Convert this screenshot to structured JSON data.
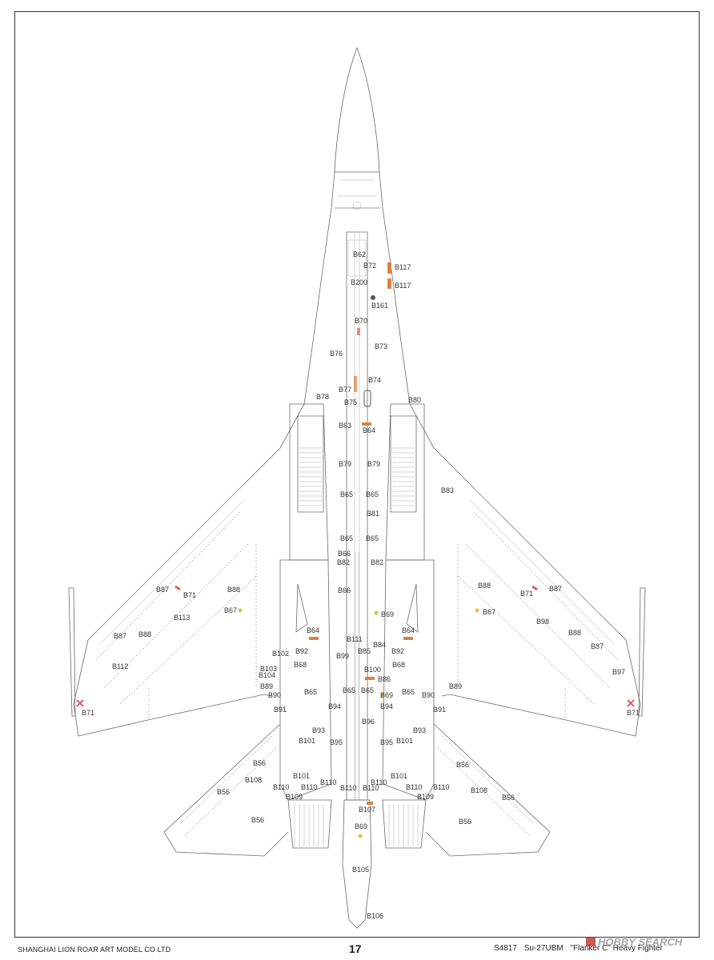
{
  "page": {
    "publisher": "SHANGHAI LION ROAR ART MODEL CO LTD",
    "page_number": "17",
    "kit_number": "S4817",
    "model": "Su-27UBM",
    "subtitle": "\"Flanker C\" Heavy Fighter",
    "watermark": "HOBBY SEARCH"
  },
  "callouts": {
    "B62": "B62",
    "B72": "B72",
    "B117a": "B117",
    "B117b": "B117",
    "B200": "B200",
    "B161": "B161",
    "B70": "B70",
    "B76": "B76",
    "B73": "B73",
    "B74": "B74",
    "B77": "B77",
    "B78": "B78",
    "B75": "B75",
    "B80": "B80",
    "B63": "B63",
    "B64top": "B64",
    "B79l": "B79",
    "B79r": "B79",
    "B83": "B83",
    "B65a": "B65",
    "B65b": "B65",
    "B81": "B81",
    "B65c": "B65",
    "B65d": "B65",
    "B66a": "B66",
    "B82l": "B82",
    "B82r": "B82",
    "B66b": "B66",
    "B87l1": "B87",
    "B71l1": "B71",
    "B88l1": "B88",
    "B67l": "B67",
    "B113": "B113",
    "B87l2": "B87",
    "B88l2": "B88",
    "B112": "B112",
    "B71l2": "B71",
    "B88r1": "B88",
    "B71r1": "B71",
    "B87r1": "B87",
    "B67r": "B67",
    "B98": "B98",
    "B88r2": "B88",
    "B87r2": "B87",
    "B97": "B97",
    "B71r2": "B71",
    "B69a": "B69",
    "B64l": "B64",
    "B64r": "B64",
    "B111": "B111",
    "B84": "B84",
    "B102": "B102",
    "B92l": "B92",
    "B99": "B99",
    "B85": "B85",
    "B92r": "B92",
    "B68l": "B68",
    "B100": "B100",
    "B68r": "B68",
    "B103": "B103",
    "B104": "B104",
    "B86": "B86",
    "B89l": "B89",
    "B89r": "B89",
    "B65e": "B65",
    "B65f": "B65",
    "B65g": "B65",
    "B65h": "B65",
    "B90l": "B90",
    "B90r": "B90",
    "B69b": "B69",
    "B91l": "B91",
    "B91r": "B91",
    "B94l": "B94",
    "B94r": "B94",
    "B96": "B96",
    "B93l": "B93",
    "B93r": "B93",
    "B101a": "B101",
    "B95l": "B95",
    "B95r": "B95",
    "B101b": "B101",
    "B56a": "B56",
    "B56b": "B56",
    "B56c": "B56",
    "B56d": "B56",
    "B56e": "B56",
    "B56f": "B56",
    "B108l": "B108",
    "B108r": "B108",
    "B101c": "B101",
    "B101d": "B101",
    "B110a": "B110",
    "B110b": "B110",
    "B110c": "B110",
    "B110d": "B110",
    "B110e": "B110",
    "B110f": "B110",
    "B110g": "B110",
    "B110h": "B110",
    "B109l": "B109",
    "B109r": "B109",
    "B107": "B107",
    "B69c": "B69",
    "B105": "B105",
    "B106": "B106"
  },
  "colors": {
    "line": "#6a6a6a",
    "orange_decal": "#d9823f",
    "red_decal": "#e06060",
    "yellow_decal": "#e0c040",
    "dark": "#555555"
  }
}
